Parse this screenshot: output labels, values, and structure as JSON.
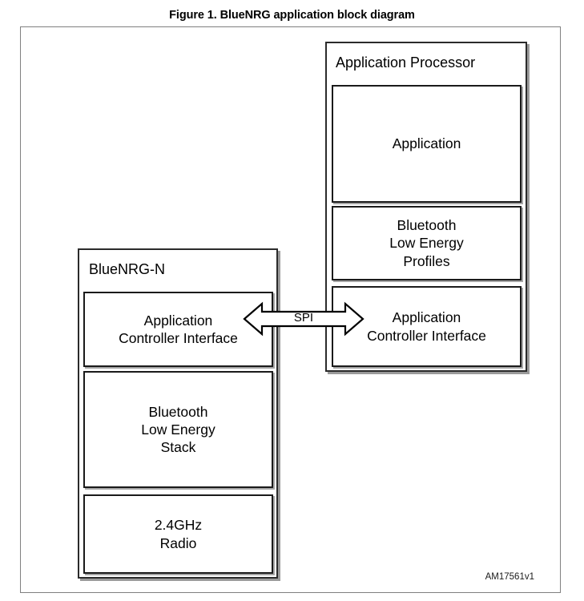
{
  "figure": {
    "caption": "Figure 1. BlueNRG application block diagram",
    "id_code": "AM17561v1"
  },
  "diagram": {
    "type": "block-diagram",
    "containers": [
      {
        "name": "application-processor",
        "title": "Application Processor",
        "blocks": [
          {
            "name": "application",
            "label": "Application"
          },
          {
            "name": "ble-profiles",
            "label": "Bluetooth\nLow Energy\nProfiles"
          },
          {
            "name": "ap-application-controller-interface",
            "label": "Application\nController Interface"
          }
        ]
      },
      {
        "name": "bluenrg-n",
        "title": "BlueNRG-N",
        "blocks": [
          {
            "name": "nrg-application-controller-interface",
            "label": "Application\nController Interface"
          },
          {
            "name": "ble-stack",
            "label": "Bluetooth\nLow Energy\nStack"
          },
          {
            "name": "radio",
            "label": "2.4GHz\nRadio"
          }
        ]
      }
    ],
    "connector": {
      "name": "spi-bus",
      "label": "SPI",
      "style": "double-headed-arrow",
      "from": "bluenrg-n",
      "to": "application-processor"
    },
    "colors": {
      "frame": "#808080",
      "block_border": "#2b2b2b",
      "inner_border": "#1a1a1a",
      "shadow": "#9a9a9a",
      "background": "#ffffff",
      "text": "#000000"
    }
  }
}
